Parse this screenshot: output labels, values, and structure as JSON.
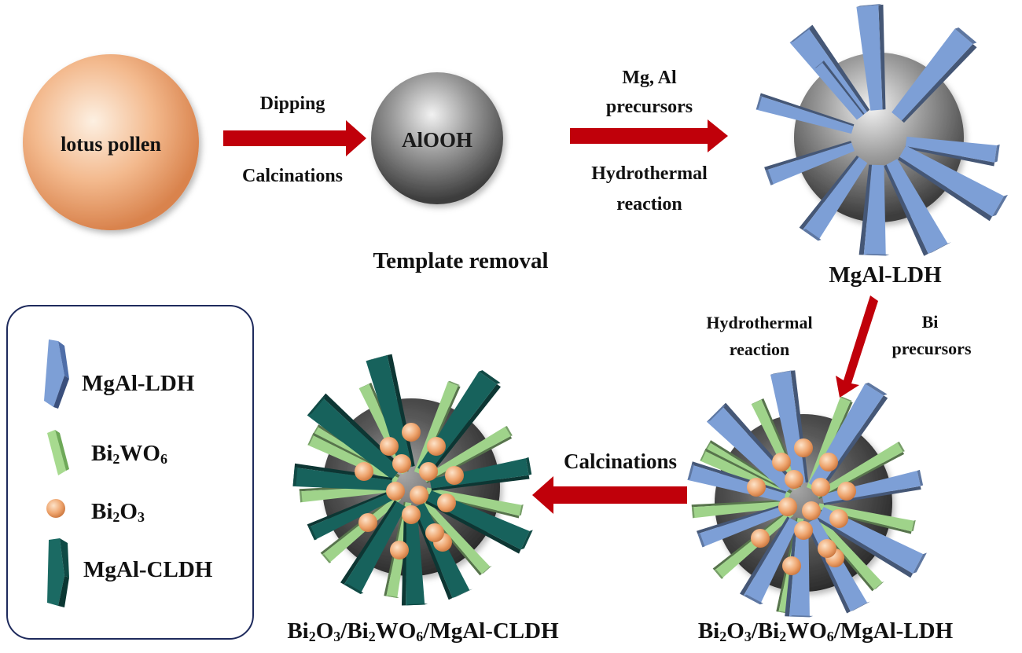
{
  "colors": {
    "arrow": "#c0000a",
    "pollen": "#f0a070",
    "sphere": "#4a4a4a",
    "ldh": "#7d9fd6",
    "bi2wo6": "#9fd38a",
    "bi2o3": "#eba36c",
    "cldh": "#17625c",
    "legend_border": "#1e2a5c"
  },
  "step1": {
    "sphere_label": "lotus pollen",
    "arrow_top": "Dipping",
    "arrow_bottom": "Calcinations"
  },
  "step2": {
    "sphere_label": "AlOOH",
    "caption": "Template removal",
    "arrow_top_1": "Mg, Al",
    "arrow_top_2": "precursors",
    "arrow_bottom_1": "Hydrothermal",
    "arrow_bottom_2": "reaction"
  },
  "step3": {
    "caption": "MgAl-LDH",
    "arrow_left_1": "Hydrothermal",
    "arrow_left_2": "reaction",
    "arrow_right_1": "Bi",
    "arrow_right_2": "precursors"
  },
  "step4": {
    "caption": {
      "p1": "Bi",
      "s1": "2",
      "p2": "O",
      "s2": "3",
      "p3": "/Bi",
      "s3": "2",
      "p4": "WO",
      "s4": "6",
      "p5": "/MgAl-LDH"
    },
    "arrow_label": "Calcinations"
  },
  "step5": {
    "caption": {
      "p1": "Bi",
      "s1": "2",
      "p2": "O",
      "s2": "3",
      "p3": "/Bi",
      "s3": "2",
      "p4": "WO",
      "s4": "6",
      "p5": "/MgAl-CLDH"
    }
  },
  "legend": {
    "ldh": "MgAl-LDH",
    "bi2wo6": {
      "p1": "Bi",
      "s1": "2",
      "p2": "WO",
      "s2": "6"
    },
    "bi2o3": {
      "p1": "Bi",
      "s1": "2",
      "p2": "O",
      "s2": "3"
    },
    "cldh": "MgAl-CLDH"
  }
}
